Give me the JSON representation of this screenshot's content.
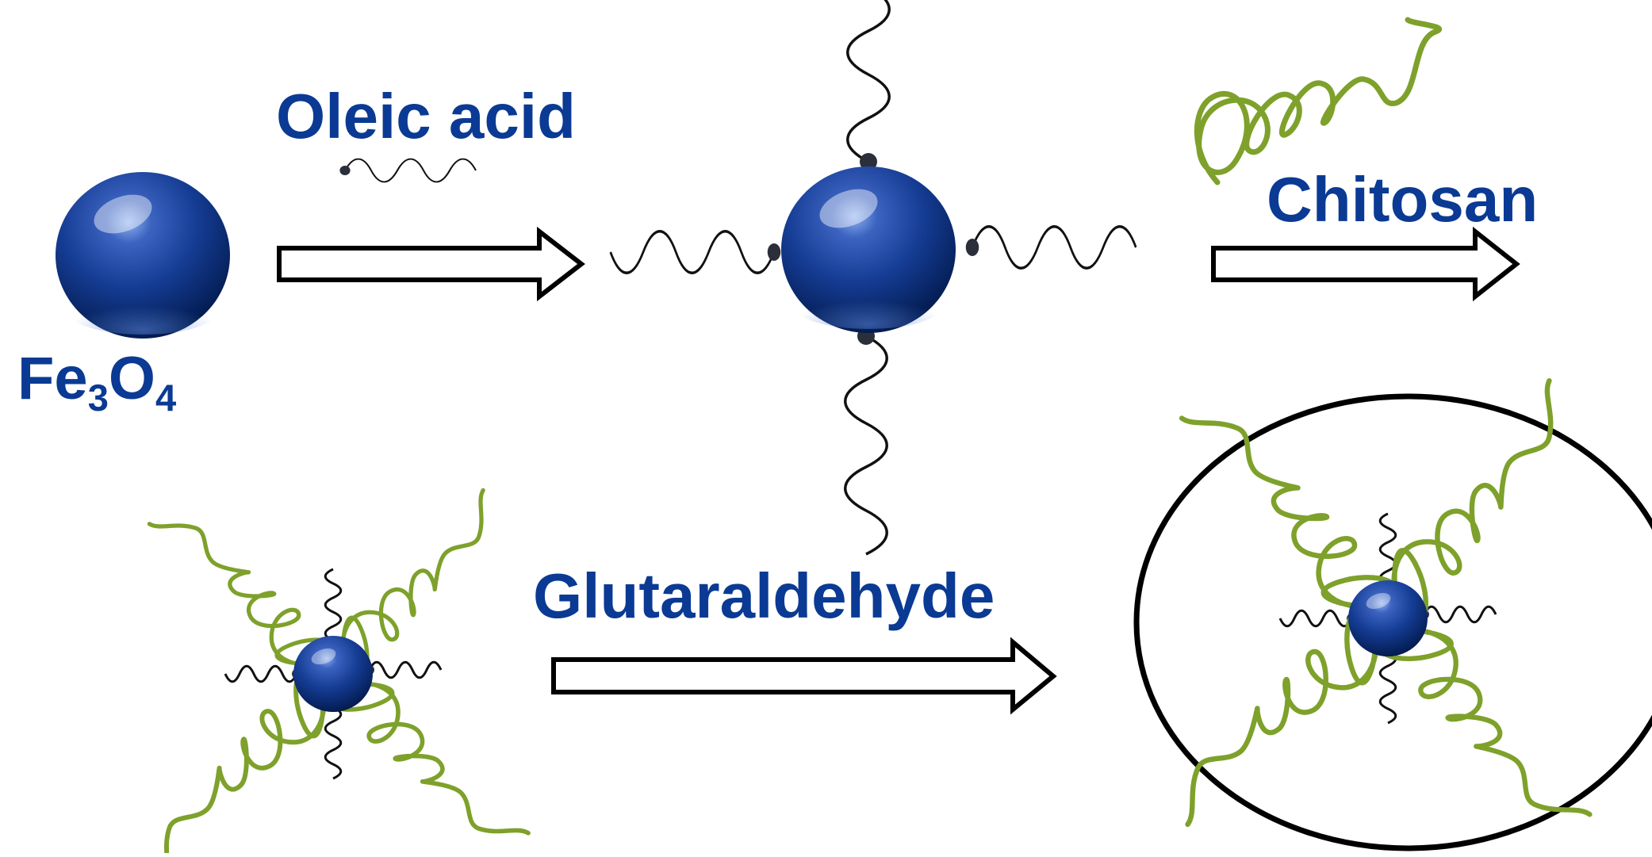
{
  "diagram": {
    "labels": {
      "fe3o4": {
        "main1": "Fe",
        "sub1": "3",
        "main2": "O",
        "sub2": "4"
      },
      "oleic_acid": "Oleic acid",
      "chitosan": "Chitosan",
      "glutaraldehyde": "Glutaraldehyde"
    },
    "colors": {
      "sphere_dark": "#021a4d",
      "sphere_mid": "#153c93",
      "sphere_light": "#8fb0ee",
      "chitosan_green": "#7ea12b",
      "chain_black": "#111111",
      "label_blue": "#0a3a94",
      "arrow_stroke": "#000000",
      "arrow_fill": "#ffffff"
    }
  }
}
